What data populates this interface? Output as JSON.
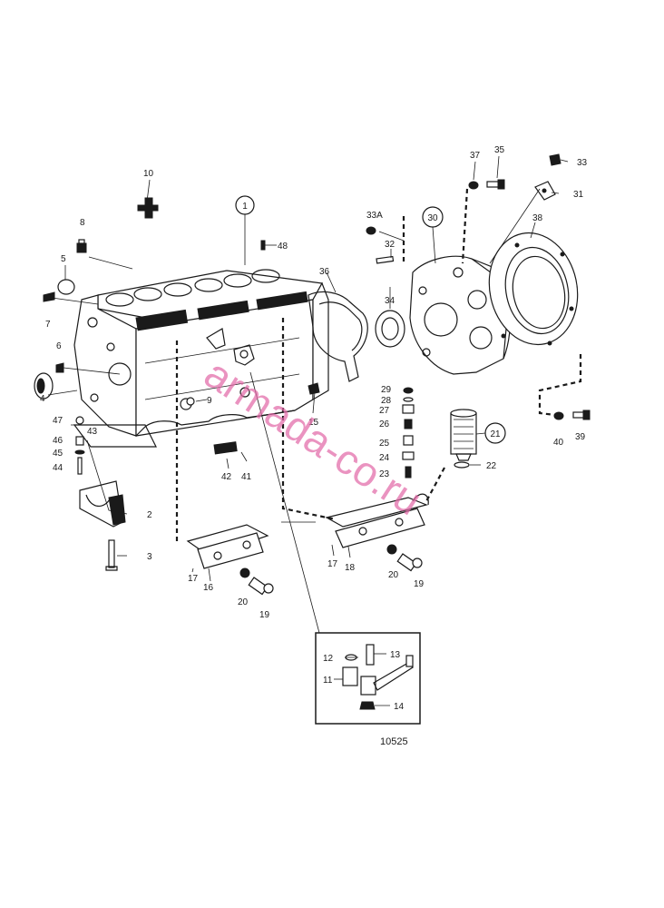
{
  "labels": {
    "1": "1",
    "2": "2",
    "3": "3",
    "4": "4",
    "5": "5",
    "6": "6",
    "7": "7",
    "8": "8",
    "9": "9",
    "10": "10",
    "11": "11",
    "12": "12",
    "13": "13",
    "14": "14",
    "15": "15",
    "16a": "16",
    "17a": "17",
    "17b": "17",
    "18": "18",
    "19a": "19",
    "19b": "19",
    "20a": "20",
    "20b": "20",
    "21": "21",
    "22": "22",
    "23": "23",
    "24": "24",
    "25": "25",
    "26": "26",
    "27": "27",
    "28": "28",
    "29": "29",
    "30": "30",
    "31": "31",
    "32": "32",
    "33": "33",
    "33A": "33A",
    "34": "34",
    "35": "35",
    "36": "36",
    "37": "37",
    "38": "38",
    "39": "39",
    "40": "40",
    "41": "41",
    "42": "42",
    "43": "43",
    "44": "44",
    "45": "45",
    "46": "46",
    "47": "47",
    "48": "48"
  },
  "figure_number": "10525",
  "watermark": "armada-co.ru",
  "colors": {
    "ink": "#1a1a1a",
    "watermark": "#e26aa8",
    "background": "#ffffff"
  }
}
